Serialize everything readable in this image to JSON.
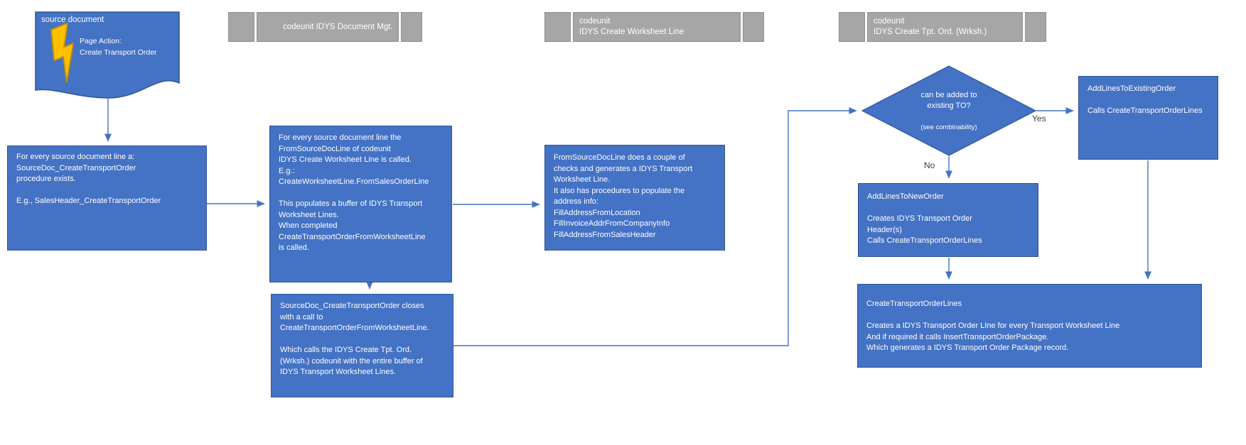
{
  "colors": {
    "shape_fill": "#4472C4",
    "shape_border": "#2F5597",
    "lane_fill": "#A6A6A6",
    "lane_border": "#8F8F8F",
    "arrow": "#4472C4",
    "bolt_fill": "#FFC000",
    "bolt_border": "#BF8F00",
    "branch_label_text": "#3b3b3b"
  },
  "source_document": {
    "title": "source document",
    "body": "Page Action:\nCreate Transport Order"
  },
  "lanes": [
    {
      "label": "codeunit IDYS Document Mgt."
    },
    {
      "label": "codeunit\nIDYS Create Worksheet Line"
    },
    {
      "label": "codeunit\nIDYS Create Tpt. Ord. (Wrksh.)"
    }
  ],
  "steps": {
    "source_proc": "For every source document line a:\nSourceDoc_CreateTransportOrder\nprocedure exists.\n\nE.g., SalesHeader_CreateTransportOrder",
    "from_source_doc_line_call": "For every source document line the\nFromSourceDocLine of codeunit\nIDYS Create Worksheet Line is called.\nE.g.:\nCreateWorksheetLine.FromSalesOrderLine\n\nThis populates a buffer of IDYS Transport\nWorksheet Lines.\nWhen completed\nCreateTransportOrderFromWorksheetLine\nis called.",
    "from_source_doc_line_detail": "FromSourceDocLine does a couple of\nchecks and generates a IDYS Transport\nWorksheet Line.\nIt also has procedures to populate the\naddress info:\nFillAddressFromLocation\nFillInvoiceAddrFromCompanyInfo\nFillAddressFromSalesHeader",
    "closes_with_call": "SourceDoc_CreateTransportOrder closes\nwith a call to\nCreateTransportOrderFromWorksheetLine.\n\nWhich calls the IDYS Create Tpt. Ord.\n(Wrksh.) codeunit with the entire buffer of\nIDYS Transport Worksheet Lines.",
    "add_lines_existing": "AddLinesToExistingOrder\n\nCalls CreateTransportOrderLines",
    "add_lines_new": "AddLinesToNewOrder\n\nCreates IDYS Transport Order\nHeader(s)\nCalls CreateTransportOrderLines",
    "create_lines": "CreateTransportOrderLines\n\nCreates a IDYS Transport Order LIne for every Transport Worksheet Line\nAnd if required it calls InsertTransportOrderPackage.\nWhich generates a IDYS Transport Order Package record."
  },
  "decision": {
    "question": "can be added to\nexisting TO?",
    "note": "(see combinability)",
    "yes_label": "Yes",
    "no_label": "No"
  }
}
